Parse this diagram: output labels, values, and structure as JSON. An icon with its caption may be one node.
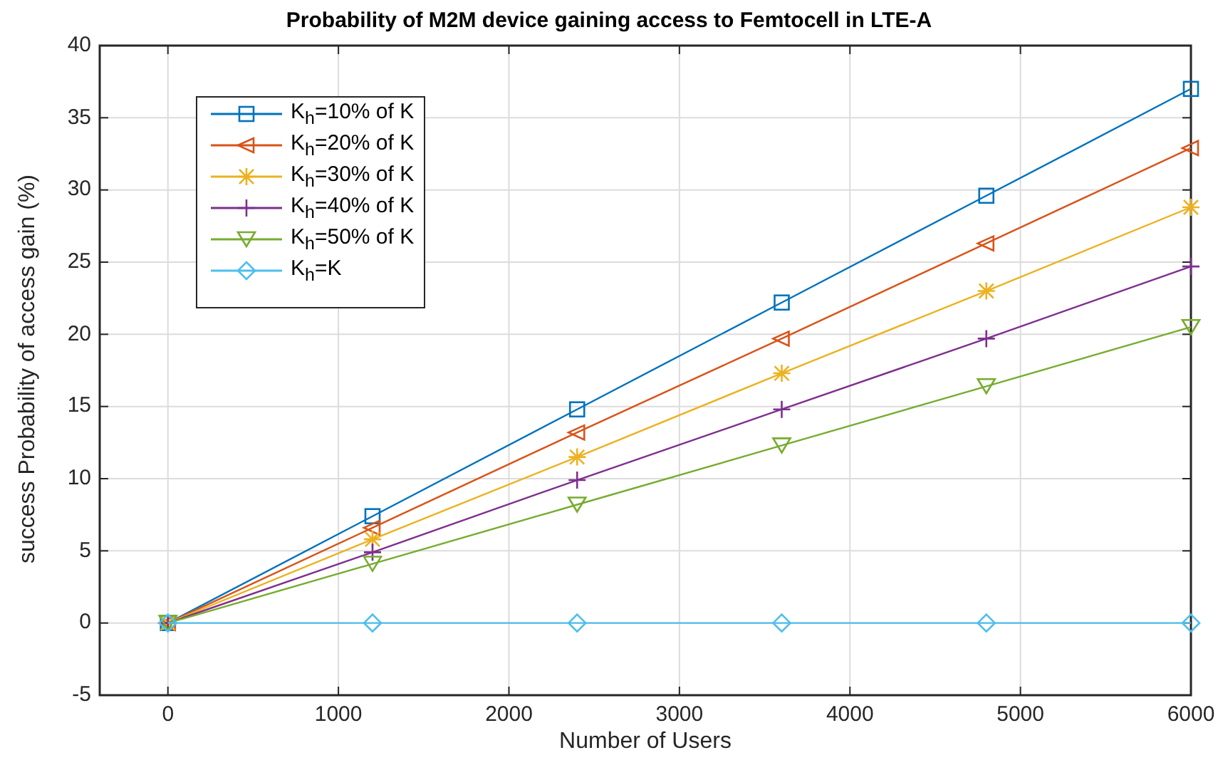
{
  "diagram": {
    "chart_data": {
      "type": "line",
      "title": "Probability of M2M device gaining access to Femtocell in LTE-A",
      "xlabel": "Number of Users",
      "ylabel": "success Probability of access gain (%)",
      "x": [
        0,
        1200,
        2400,
        3600,
        4800,
        6000
      ],
      "series": [
        {
          "name": "K$_{h}$=10% of K",
          "color": "#0072bd",
          "marker": "square",
          "values": [
            0,
            7.4,
            14.8,
            22.2,
            29.6,
            37.0
          ]
        },
        {
          "name": "K$_{h}$=20% of K",
          "color": "#d95319",
          "marker": "triangle",
          "values": [
            0,
            6.6,
            13.2,
            19.7,
            26.3,
            32.9
          ]
        },
        {
          "name": "K$_{h}$=30% of K",
          "color": "#edb120",
          "marker": "cross",
          "values": [
            0,
            5.8,
            11.5,
            17.3,
            23.0,
            28.8
          ]
        },
        {
          "name": "K$_{h}$=40% of K",
          "color": "#7e2f8e",
          "marker": "cross",
          "values": [
            0,
            4.9,
            9.9,
            14.8,
            19.7,
            24.7
          ]
        },
        {
          "name": "K$_{h}$=50% of K",
          "color": "#77ac30",
          "marker": "triangle",
          "values": [
            0,
            4.1,
            8.2,
            12.3,
            16.4,
            20.5
          ]
        },
        {
          "name": "K$_{h}$=K",
          "color": "#4dbeee",
          "marker": "diamond",
          "values": [
            0,
            0,
            0,
            0,
            0,
            0
          ]
        }
      ],
      "xlim": [
        -400,
        6000
      ],
      "ylim": [
        -5,
        40
      ],
      "xticks": [
        0,
        1000,
        2000,
        3000,
        4000,
        5000,
        6000
      ],
      "yticks": [
        -5,
        0,
        5,
        10,
        15,
        20,
        25,
        30,
        35,
        40
      ],
      "grid": true,
      "legend": true
    }
  }
}
